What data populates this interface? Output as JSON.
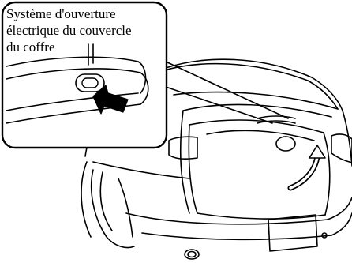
{
  "callout": {
    "line1": "Système d'ouverture",
    "line2": "électrique du couvercle",
    "line3": "du coffre"
  },
  "icons": {
    "press_indicator": "press-arrow-icon",
    "open_direction": "curved-up-arrow-icon"
  },
  "colors": {
    "line": "#000000",
    "arrow_fill": "#000000",
    "background": "#ffffff"
  }
}
